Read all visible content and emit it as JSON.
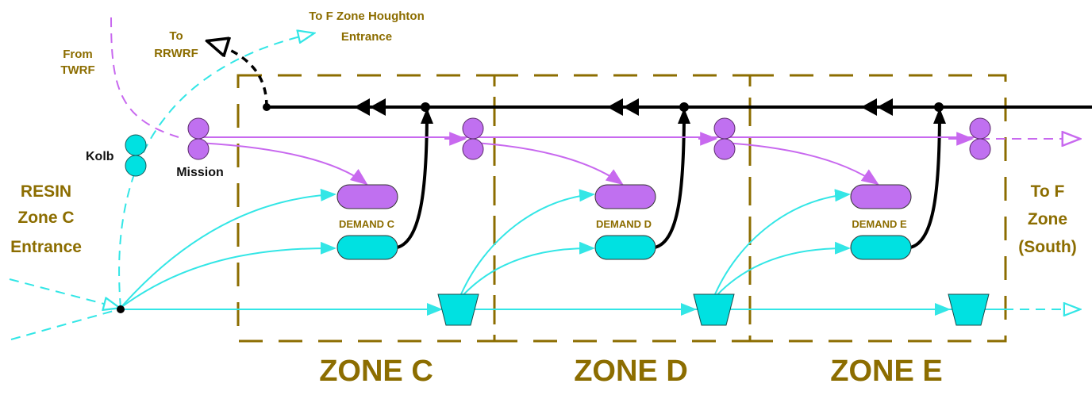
{
  "labels": {
    "from_twrf_1": "From",
    "from_twrf_2": "TWRF",
    "to_rrwrf_1": "To",
    "to_rrwrf_2": "RRWRF",
    "to_f_houghton_1": "To F Zone Houghton",
    "to_f_houghton_2": "Entrance",
    "kolb": "Kolb",
    "mission": "Mission",
    "resin_1": "RESIN",
    "resin_2": "Zone C",
    "resin_3": "Entrance",
    "to_f_south_1": "To F",
    "to_f_south_2": "Zone",
    "to_f_south_3": "(South)"
  },
  "zones": [
    {
      "name": "ZONE C",
      "demand": "DEMAND C"
    },
    {
      "name": "ZONE D",
      "demand": "DEMAND D"
    },
    {
      "name": "ZONE E",
      "demand": "DEMAND E"
    }
  ],
  "colors": {
    "cyan": "#33e6e6",
    "cyan_fill": "#00e1e1",
    "violet": "#c869ef",
    "violet_fill": "#c070f0",
    "gold": "#8c6d00",
    "black": "#000000"
  },
  "icons": {
    "source_node": "double-circle-icon",
    "demand_node": "pill-icon",
    "storage_node": "trapezoid-tank-icon",
    "flow_arrow": "open-arrowhead-icon",
    "return_arrow": "double-arrowhead-icon"
  }
}
